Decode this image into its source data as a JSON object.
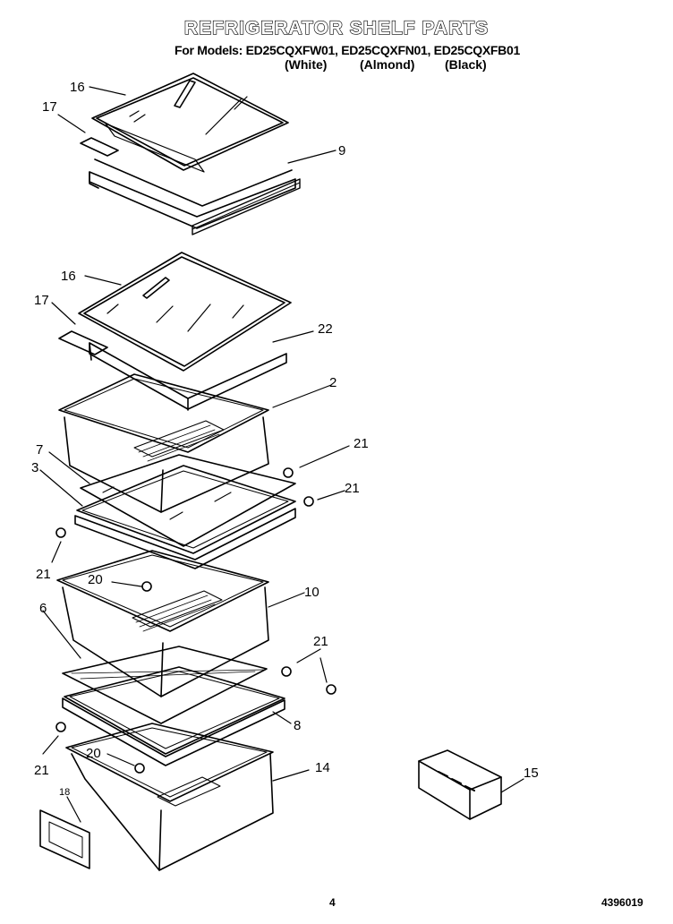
{
  "title": "REFRIGERATOR SHELF PARTS",
  "models_line": "For Models: ED25CQXFW01, ED25CQXFN01, ED25CQXFB01",
  "finishes": [
    "(White)",
    "(Almond)",
    "(Black)"
  ],
  "callouts": [
    "16",
    "17",
    "9",
    "16",
    "17",
    "22",
    "2",
    "21",
    "7",
    "3",
    "21",
    "21",
    "20",
    "10",
    "6",
    "21",
    "8",
    "21",
    "20",
    "14",
    "15",
    "18"
  ],
  "page_number": "4",
  "document_number": "4396019"
}
